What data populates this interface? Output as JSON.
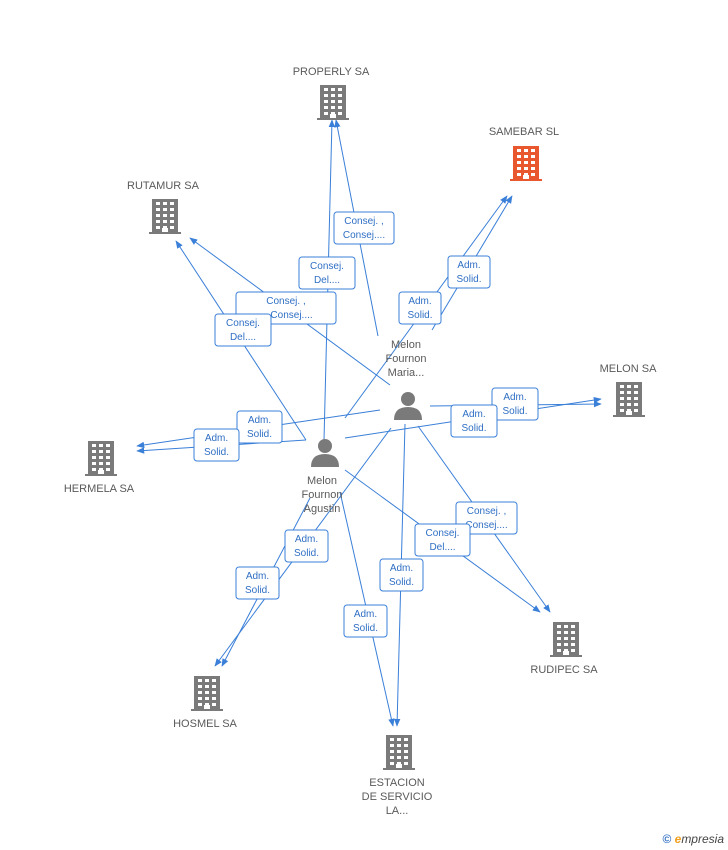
{
  "nodes": [
    {
      "id": "properly",
      "type": "company",
      "label": [
        "PROPERLY SA"
      ],
      "color": "#7a7a7a"
    },
    {
      "id": "samebar",
      "type": "company",
      "label": [
        "SAMEBAR SL"
      ],
      "color": "#e8572e"
    },
    {
      "id": "rutamur",
      "type": "company",
      "label": [
        "RUTAMUR SA"
      ],
      "color": "#7a7a7a"
    },
    {
      "id": "melonsa",
      "type": "company",
      "label": [
        "MELON SA"
      ],
      "color": "#7a7a7a"
    },
    {
      "id": "hermela",
      "type": "company",
      "label": [
        "HERMELA SA"
      ],
      "color": "#7a7a7a"
    },
    {
      "id": "rudipec",
      "type": "company",
      "label": [
        "RUDIPEC SA"
      ],
      "color": "#7a7a7a"
    },
    {
      "id": "hosmel",
      "type": "company",
      "label": [
        "HOSMEL SA"
      ],
      "color": "#7a7a7a"
    },
    {
      "id": "estacion",
      "type": "company",
      "label": [
        "ESTACION",
        "DE SERVICIO",
        "LA..."
      ],
      "color": "#7a7a7a"
    },
    {
      "id": "maria",
      "type": "person",
      "label": [
        "Melon",
        "Fournon",
        "Maria..."
      ],
      "color": "#7a7a7a"
    },
    {
      "id": "agustin",
      "type": "person",
      "label": [
        "Melon",
        "Fournon",
        "Agustin"
      ],
      "color": "#7a7a7a"
    }
  ],
  "edge_labels": [
    [
      "Consej. ,",
      "Consej...."
    ],
    [
      "Consej.",
      "Del...."
    ],
    [
      "Consej. ,",
      "...,Consej...."
    ],
    [
      "Consej.",
      "Del...."
    ],
    [
      "Adm.",
      "Solid."
    ],
    [
      "Adm.",
      "Solid."
    ],
    [
      "Adm.",
      "Solid."
    ],
    [
      "Adm.",
      "Solid."
    ],
    [
      "Adm.",
      "Solid."
    ],
    [
      "Adm.",
      "Solid."
    ],
    [
      "Consej. ,",
      "Consej...."
    ],
    [
      "Consej.",
      "Del...."
    ],
    [
      "Adm.",
      "Solid."
    ],
    [
      "Adm.",
      "Solid."
    ],
    [
      "Adm.",
      "Solid."
    ],
    [
      "Adm.",
      "Solid."
    ]
  ],
  "watermark": {
    "symbol": "©",
    "brand_initial": "e",
    "brand_rest": "mpresia"
  },
  "colors": {
    "edge": "#3a7fd8",
    "company": "#7a7a7a",
    "highlight": "#e8572e"
  }
}
